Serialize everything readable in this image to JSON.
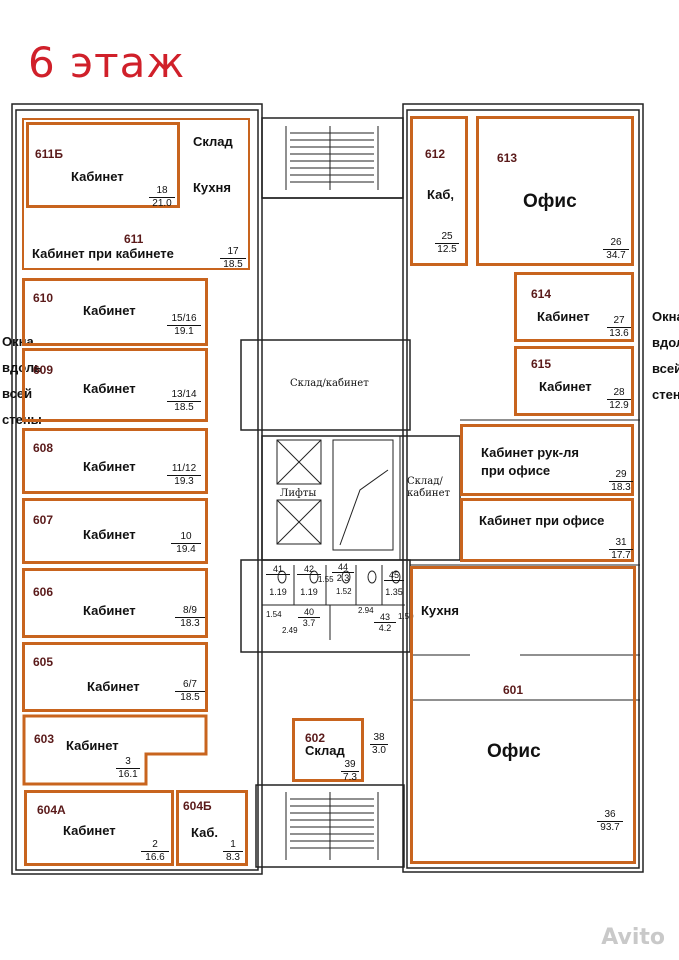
{
  "floor_title": "6 этаж",
  "side_text": [
    "Окна",
    "вдоль",
    "всей",
    "стены"
  ],
  "core": {
    "storage_top": "Склад/кабинет",
    "lifts": "Лифты",
    "storage_mid_1": "Склад/",
    "storage_mid_2": "кабинет"
  },
  "rooms": {
    "r611b": {
      "num": "611Б",
      "name": "Кабинет",
      "idx": "18",
      "area": "21.0"
    },
    "r_sklad_top": {
      "name": "Склад"
    },
    "r_kuhnya_top": {
      "name": "Кухня"
    },
    "r611": {
      "num": "611",
      "name": "Кабинет при кабинете",
      "idx": "17",
      "area": "18.5"
    },
    "r612": {
      "num": "612",
      "name": "Каб,",
      "idx": "25",
      "area": "12.5"
    },
    "r613": {
      "num": "613",
      "name": "Офис",
      "idx": "26",
      "area": "34.7"
    },
    "r614": {
      "num": "614",
      "name": "Кабинет",
      "idx": "27",
      "area": "13.6"
    },
    "r615": {
      "num": "615",
      "name": "Кабинет",
      "idx": "28",
      "area": "12.9"
    },
    "r_ruk": {
      "name1": "Кабинет рук-ля",
      "name2": "при офисе",
      "idx": "29",
      "area": "18.3"
    },
    "r_prioffice": {
      "name": "Кабинет при офисе",
      "idx": "31",
      "area": "17.7"
    },
    "r_kuhnya_right": {
      "name": "Кухня"
    },
    "r601": {
      "num": "601",
      "name": "Офис",
      "idx": "36",
      "area": "93.7"
    },
    "r610": {
      "num": "610",
      "name": "Кабинет",
      "idx": "15/16",
      "area": "19.1"
    },
    "r609": {
      "num": "609",
      "name": "Кабинет",
      "idx": "13/14",
      "area": "18.5"
    },
    "r608": {
      "num": "608",
      "name": "Кабинет",
      "idx": "11/12",
      "area": "19.3"
    },
    "r607": {
      "num": "607",
      "name": "Кабинет",
      "idx": "10",
      "area": "19.4"
    },
    "r606": {
      "num": "606",
      "name": "Кабинет",
      "idx": "8/9",
      "area": "18.3"
    },
    "r605": {
      "num": "605",
      "name": "Кабинет",
      "idx": "6/7",
      "area": "18.5"
    },
    "r603": {
      "num": "603",
      "name": "Кабинет",
      "idx": "3",
      "area": "16.1"
    },
    "r604a": {
      "num": "604А",
      "name": "Кабинет",
      "idx": "2",
      "area": "16.6"
    },
    "r604b": {
      "num": "604Б",
      "name": "Каб.",
      "idx": "1",
      "area": "8.3"
    },
    "r602": {
      "num": "602",
      "name": "Склад",
      "idx": "39",
      "area": "7.3"
    },
    "r38": {
      "idx": "38",
      "area": "3.0"
    }
  },
  "wc": [
    {
      "idx": "41",
      "area": "1.19"
    },
    {
      "idx": "42",
      "area": "1.19"
    },
    {
      "idx": "44",
      "area": "2.3"
    },
    {
      "idx": "45",
      "area": "1.35"
    },
    {
      "idx": "40",
      "area": "3.7"
    },
    {
      "idx": "43",
      "area": "4.2"
    }
  ],
  "wc_dims": [
    "1.52",
    "2.94",
    "2.49",
    "1.54",
    "1.50",
    "1.55"
  ],
  "watermark": "Avito",
  "colors": {
    "room_border": "#c8641e",
    "title": "#d0202a",
    "wall": "#222222"
  }
}
